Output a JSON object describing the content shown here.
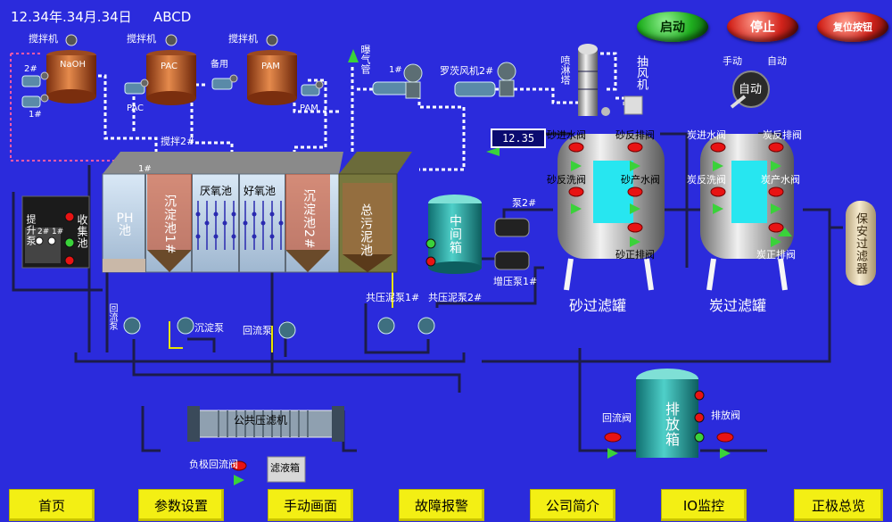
{
  "header": {
    "datetime": "12.34年.34月.34日",
    "code": "ABCD"
  },
  "control_buttons": {
    "start": "启动",
    "stop": "停止",
    "reset": "复位按钮"
  },
  "mode": {
    "manual": "手动",
    "auto": "自动",
    "knob": "自动"
  },
  "dosing": {
    "mixer1": "搅拌机",
    "mixer2": "搅拌机",
    "mixer3": "搅拌机",
    "naoh": "NaOH",
    "pac": "PAC",
    "pam": "PAM",
    "pump_2": "2#",
    "pump_1": "1#",
    "pac_pump": "PAC",
    "spare": "备用",
    "pam_pump": "PAM"
  },
  "aeration": {
    "pipe": "曝气管",
    "blower_1": "1#",
    "blower_2": "罗茨风机2#",
    "spray_tower": "喷淋塔",
    "exhaust_fan": "抽风机"
  },
  "tanks": {
    "mixer_2": "搅拌2#",
    "mixer_1": "1#",
    "ph": "PH池",
    "sed1": "沉淀池1#",
    "anaerobic": "厌氧池",
    "aerobic": "好氧池",
    "sed2": "沉淀池2#",
    "sludge": "总污泥池",
    "collect": "收集池",
    "lift_pump": "提升泵",
    "lift_2": "2#",
    "lift_1": "1#"
  },
  "pumps": {
    "reflux": "回流泵",
    "settle": "沉淀泵",
    "return": "回流泵",
    "press1": "共压泥泵1#",
    "press2": "共压泥泵2#"
  },
  "middle": {
    "display": "12.35",
    "tank": "中间箱",
    "pump2": "泵2#",
    "boost": "增压泵1#"
  },
  "sand_filter": {
    "in_valve": "砂进水阀",
    "back_drain": "砂反排阀",
    "back_wash": "砂反洗阀",
    "product": "砂产水阀",
    "forward_drain": "砂正排阀",
    "name": "砂过滤罐"
  },
  "carbon_filter": {
    "in_valve": "炭进水阀",
    "back_drain": "炭反排阀",
    "back_wash": "炭反洗阀",
    "product": "炭产水阀",
    "forward_drain": "炭正排阀",
    "name": "炭过滤罐"
  },
  "security_filter": "保安过滤器",
  "discharge": {
    "tank": "排放箱",
    "reflux_valve": "回流阀",
    "drain_valve": "排放阀"
  },
  "filter_press": {
    "name": "公共压滤机",
    "neg_valve": "负极回流阀",
    "filtrate": "滤液箱"
  },
  "nav": [
    "首页",
    "参数设置",
    "手动画面",
    "故障报警",
    "公司简介",
    "IO监控",
    "正极总览"
  ],
  "colors": {
    "background": "#2b2bdc",
    "start": "#1fae1f",
    "stop": "#d2231b",
    "reset": "#d2231b",
    "nav": "#f3ef14"
  }
}
